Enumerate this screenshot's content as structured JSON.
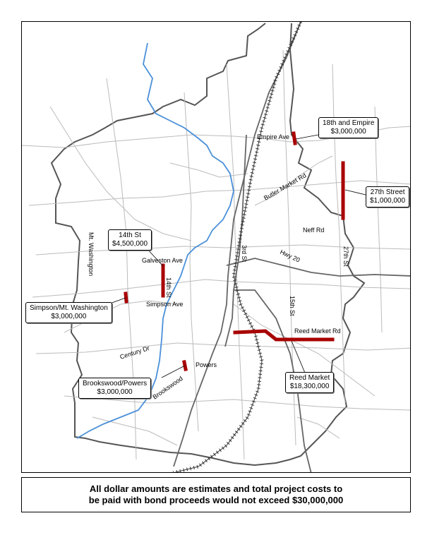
{
  "map": {
    "colors": {
      "boundary": "#555555",
      "roads": "#bbbbbb",
      "highway": "#666666",
      "river": "#4a90d9",
      "project": "#a80000",
      "railroad": "#333333"
    },
    "road_labels": {
      "empire_ave": "Empire Ave",
      "butler_market_rd": "Butler Market Rd",
      "neff_rd": "Neff Rd",
      "third_st": "3rd St",
      "hwy_20": "Hwy 20",
      "twenty_seventh_st": "27th St",
      "mt_washington": "Mt. Washington",
      "galveston_ave": "Galveston Ave",
      "fourteenth_st": "14th St",
      "simpson_ave": "Simpson Ave",
      "fifteenth_st": "15th St",
      "reed_market_rd": "Reed Market Rd",
      "century_dr": "Century Dr",
      "powers": "Powers",
      "brookswood": "Brookswood"
    },
    "projects": [
      {
        "name": "18th and Empire",
        "cost": "$3,000,000"
      },
      {
        "name": "27th Street",
        "cost": "$1,000,000"
      },
      {
        "name": "14th St",
        "cost": "$4,500,000"
      },
      {
        "name": "Simpson/Mt. Washington",
        "cost": "$3,000,000"
      },
      {
        "name": "Brookswood/Powers",
        "cost": "$3,000,000"
      },
      {
        "name": "Reed Market",
        "cost": "$18,300,000"
      }
    ]
  },
  "footnote": {
    "line1": "All dollar amounts are estimates and total project costs to",
    "line2": "be paid with bond proceeds would not exceed $30,000,000"
  }
}
